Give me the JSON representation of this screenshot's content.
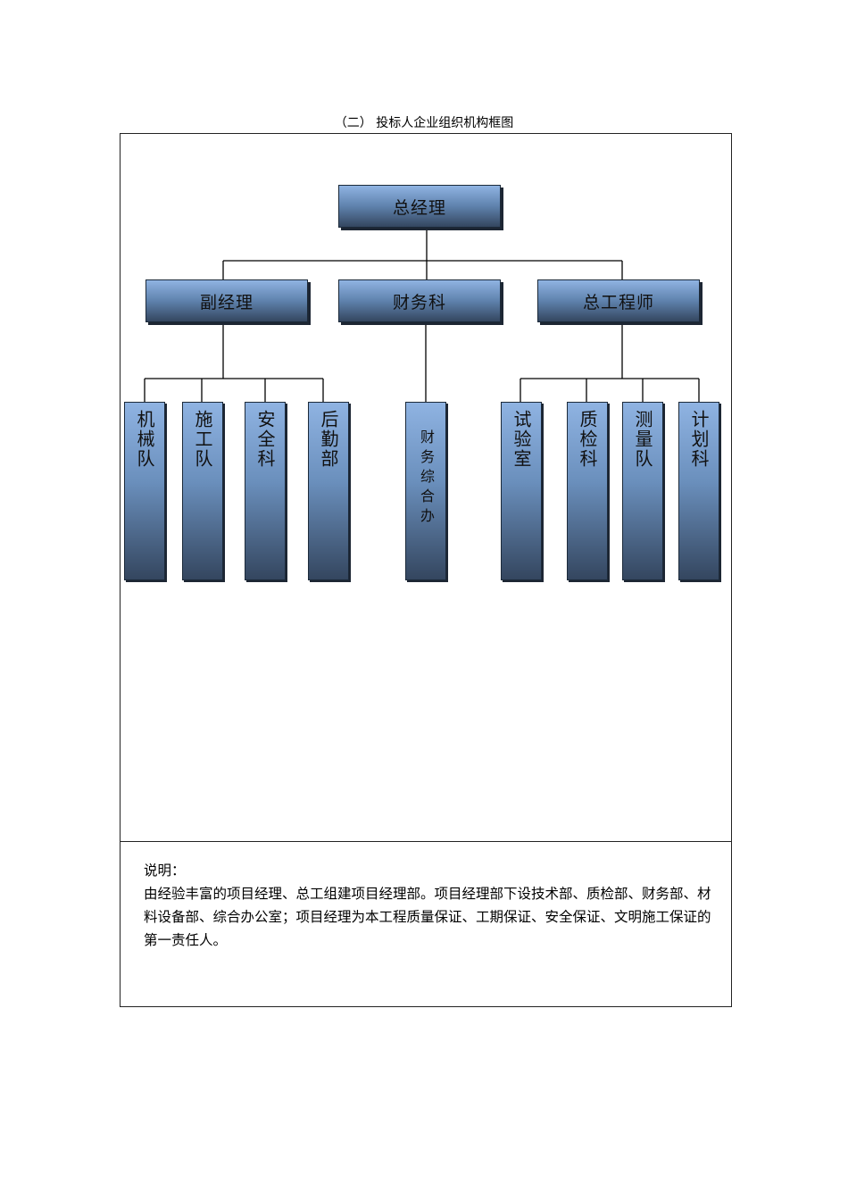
{
  "caption": "（二） 投标人企业组织机构框图",
  "org_chart": {
    "root": "总经理",
    "level2": [
      "副经理",
      "财务科",
      "总工程师"
    ],
    "level3_left": [
      "机械队",
      "施工队",
      "安全科",
      "后勤部"
    ],
    "level3_mid": [
      "财务综合办"
    ],
    "level3_right": [
      "试验室",
      "质检科",
      "测量队",
      "计划科"
    ]
  },
  "notes": {
    "heading": "说明：",
    "body": "由经验丰富的项目经理、总工组建项目经理部。项目经理部下设技术部、质检部、财务部、材料设备部、综合办公室；项目经理为本工程质量保证、工期保证、安全保证、文明施工保证的第一责任人。"
  },
  "colors": {
    "box_top": "#8fb3e2",
    "box_bottom": "#34465f",
    "line": "#000000"
  }
}
